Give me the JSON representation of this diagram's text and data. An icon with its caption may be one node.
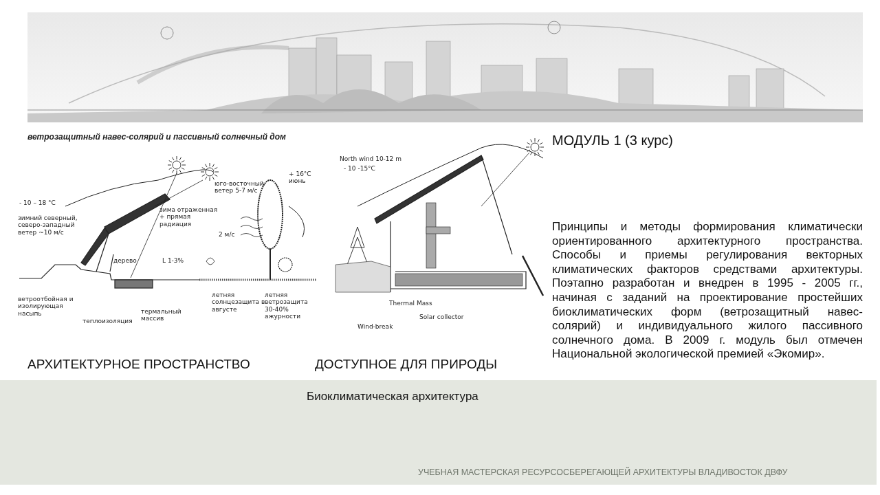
{
  "diagram": {
    "labels": [
      "ветрозащитный навес-солярий и пассивный солнечный дом",
      "МОДУЛЬ 1 (3 курс)",
      "- 10 – 18 °C",
      "зимний северный, северо-западный ветер ~10 м/с",
      "юго-восточный ветер 5-7 м/с",
      "+ 16°C июнь",
      "зима отраженная + прямая радиация",
      "2 м/с",
      "дерево",
      "L 1-3%",
      "ветроотбойная и изолирующая насыпь",
      "теплоизоляция",
      "термальный массив",
      "летняя солнцезащита в августе",
      "летняя ветрозащита 30-40% ажурности",
      "North wind 10-12 m",
      "- 10 -15°C",
      "Thermal Mass",
      "Solar collector",
      "Wind-break",
      "АРХИТЕКТУРНОЕ ПРОСТРАНСТВО",
      "ДОСТУПНОЕ ДЛЯ ПРИРОДЫ",
      "Принципы и методы формирования климатически ориентированного архитектурного пространства. Способы и приемы регулирования векторных климатических факторов средствами архитектуры. Поэтапно разработан и внедрен в 1995 - 2005 гг., начиная с заданий на проектирование простейших биоклиматических форм (ветрозащитный навес-солярий) и индивидуального жилого пассивного солнечного дома. В 2009 г. модуль был отмечен Национальной экологической премией «Экомир».",
      "Биоклиматическая архитектура",
      "УЧЕБНАЯ МАСТЕРСКАЯ РЕСУРСОСБЕРЕГАЮЩЕЙ АРХИТЕКТУРЫ  ВЛАДИВОСТОК  ДВФУ"
    ]
  }
}
